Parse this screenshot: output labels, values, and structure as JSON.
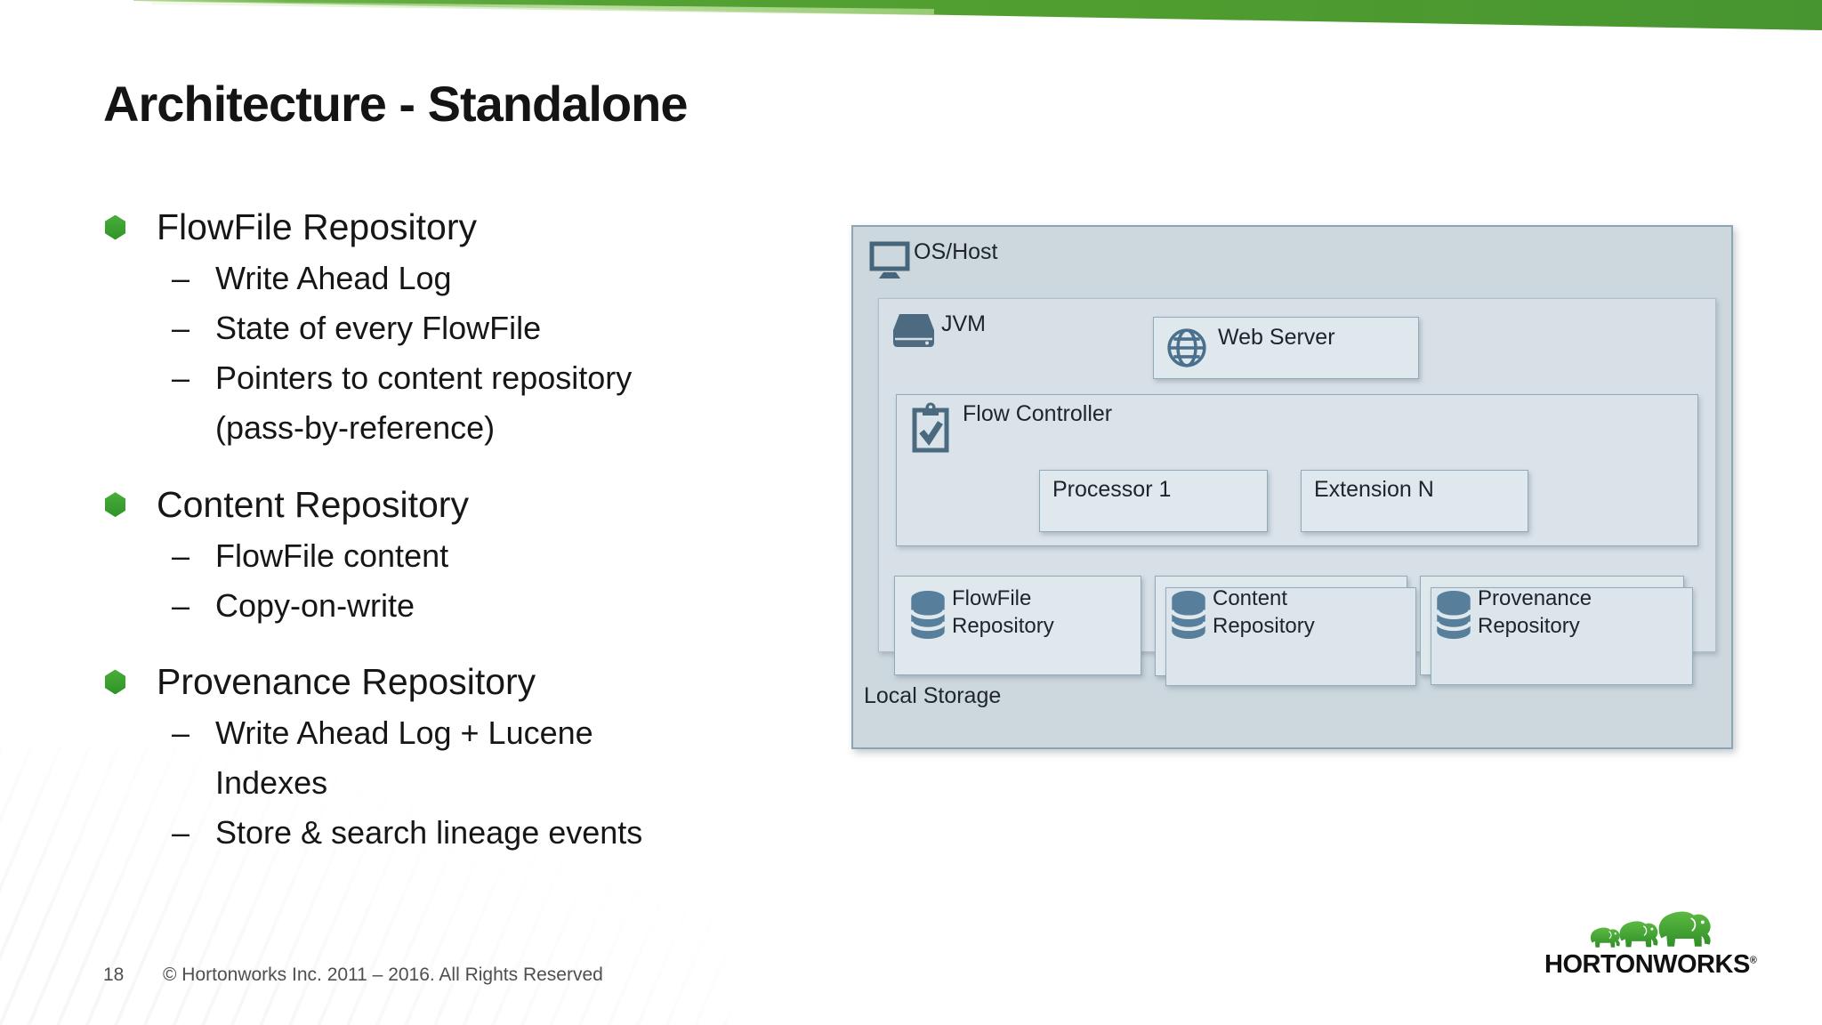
{
  "slide": {
    "title": "Architecture - Standalone",
    "page_number": "18",
    "copyright": "© Hortonworks Inc. 2011 – 2016. All Rights Reserved",
    "logo_text": "HORTONWORKS",
    "logo_registered": "®"
  },
  "ui": {
    "sub_bullet_marker": "–"
  },
  "bullets": [
    {
      "label": "FlowFile Repository",
      "subitems": [
        "Write Ahead Log",
        "State of every FlowFile",
        "Pointers to content repository (pass-by-reference)"
      ]
    },
    {
      "label": "Content Repository",
      "subitems": [
        "FlowFile content",
        "Copy-on-write"
      ]
    },
    {
      "label": "Provenance Repository",
      "subitems": [
        "Write Ahead Log + Lucene Indexes",
        "Store & search lineage events"
      ]
    }
  ],
  "diagram": {
    "os_host_label": "OS/Host",
    "jvm_label": "JVM",
    "web_server_label": "Web Server",
    "flow_controller_label": "Flow Controller",
    "processor_label": "Processor 1",
    "extension_label": "Extension N",
    "flowfile_repo_line1": "FlowFile",
    "flowfile_repo_line2": "Repository",
    "content_repo_line1": "Content",
    "content_repo_line2": "Repository",
    "provenance_repo_line1": "Provenance",
    "provenance_repo_line2": "Repository",
    "local_storage_label": "Local Storage"
  },
  "colors": {
    "accent_green": "#4f9d2f",
    "bullet_green": "#3aa02f",
    "diagram_icon_slate": "#4a6a82",
    "database_icon_blue": "#577e9b",
    "diagram_outer_fill": "#cdd7de",
    "diagram_box_fill": "#dfe8ed"
  }
}
